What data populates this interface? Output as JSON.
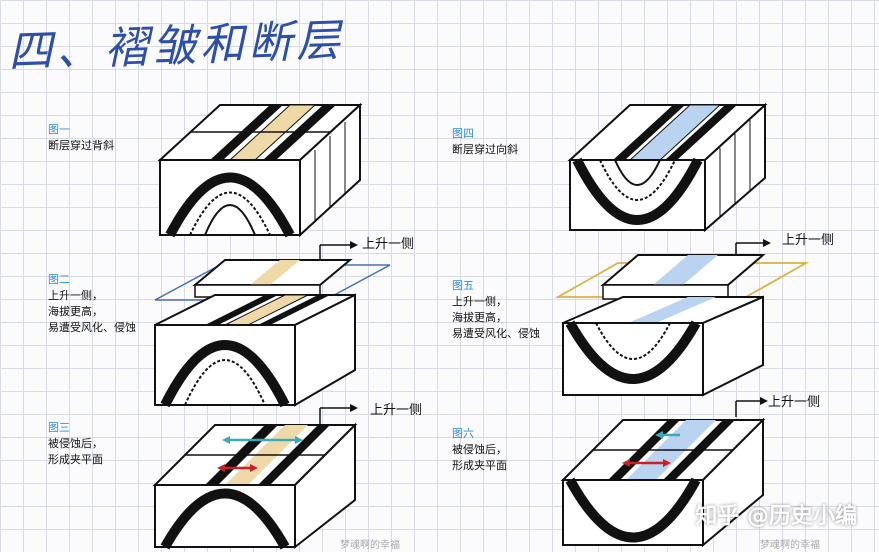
{
  "title": "四、褶皱和断层",
  "panels": [
    {
      "fig": "图一",
      "lines": [
        "断层穿过背斜"
      ]
    },
    {
      "fig": "图二",
      "lines": [
        "上升一侧，",
        "海拔更高，",
        "易遭受风化、侵蚀"
      ]
    },
    {
      "fig": "图三",
      "lines": [
        "被侵蚀后，",
        "形成夹平面"
      ]
    },
    {
      "fig": "图四",
      "lines": [
        "断层穿过向斜"
      ]
    },
    {
      "fig": "图五",
      "lines": [
        "上升一侧，",
        "海拔更高，",
        "易遭受风化、侵蚀"
      ]
    },
    {
      "fig": "图六",
      "lines": [
        "被侵蚀后，",
        "形成夹平面"
      ]
    }
  ],
  "upside_label": "上升一侧",
  "watermarks": {
    "left": "梦魂啊的幸福",
    "right": "梦魂啊的幸福",
    "zhihu": "知乎 @历史小编"
  },
  "colors": {
    "anticline_band": "#f0d9a8",
    "syncline_band": "#b9d3f0",
    "plane_blue": "#4a6fb3",
    "plane_gold": "#d9b43c",
    "arrow_red": "#c8202a",
    "arrow_teal": "#3aa9b8"
  }
}
